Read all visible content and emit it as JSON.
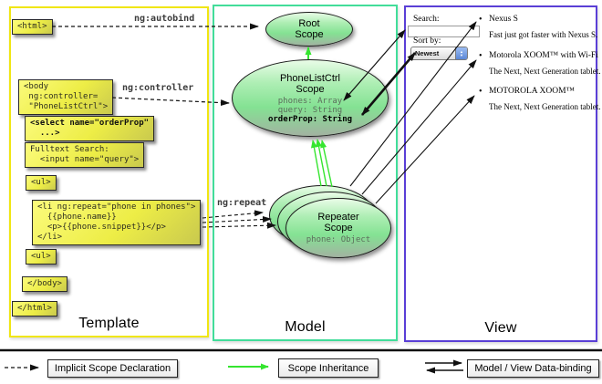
{
  "regions": {
    "template": {
      "label": "Template"
    },
    "model": {
      "label": "Model"
    },
    "view": {
      "label": "View"
    }
  },
  "template_code": {
    "html_open": "<html>",
    "body_open": "<body\n ng:controller=\n \"PhoneListCtrl\">",
    "select": "<select name=\"orderProp\"\n  ...>",
    "fulltext": "Fulltext Search:\n  <input name=\"query\">",
    "ul_open": "<ul>",
    "li_repeat": "<li ng:repeat=\"phone in phones\">\n  {{phone.name}}\n  <p>{{phone.snippet}}</p>\n</li>",
    "ul_close": "<ul>",
    "body_close": "</body>",
    "html_close": "</html>"
  },
  "annotations": {
    "autobind": "ng:autobind",
    "controller": "ng:controller",
    "repeat": "ng:repeat"
  },
  "model": {
    "root_scope_title": "Root\nScope",
    "phonelist_title": "PhoneListCtrl\nScope",
    "phonelist_props": "phones: Array\nquery: String",
    "phonelist_prop_bold": "orderProp: String",
    "repeater_title": "Repeater\nScope",
    "repeater_prop": "phone: Object"
  },
  "view": {
    "search_label": "Search:",
    "search_value": "",
    "sort_label": "Sort by:",
    "sort_value": "Newest",
    "bullet_glyph": "•",
    "items": [
      {
        "name": "Nexus S",
        "desc": "Fast just got faster with Nexus S."
      },
      {
        "name": "Motorola XOOM™ with Wi-Fi",
        "desc": "The Next, Next Generation tablet."
      },
      {
        "name": "MOTOROLA XOOM™",
        "desc": "The Next, Next Generation tablet."
      }
    ]
  },
  "legend": {
    "items": [
      {
        "label": "Implicit Scope Declaration"
      },
      {
        "label": "Scope Inheritance"
      },
      {
        "label": "Model / View Data-binding"
      }
    ]
  },
  "colors": {
    "template_border": "#f0e612",
    "model_border": "#42dd9a",
    "view_border": "#5a3fd6",
    "scope_fill_green": "#86e293",
    "arrow_green": "#35e52f",
    "codebox_yellow": "#eded46"
  }
}
